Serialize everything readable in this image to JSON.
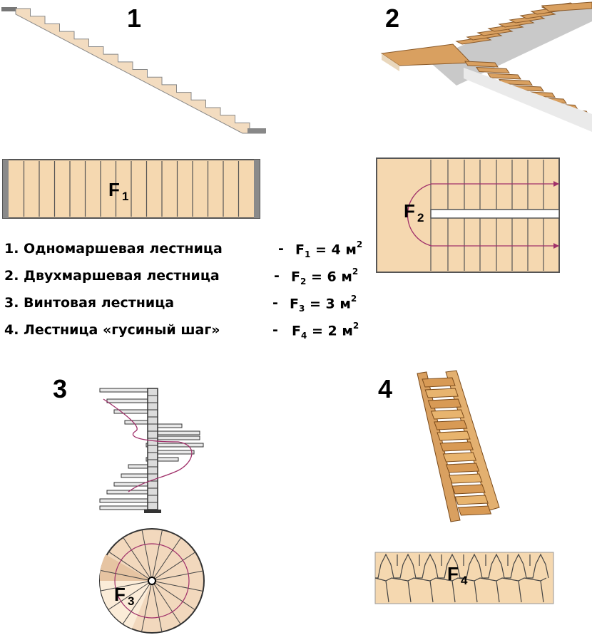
{
  "figures": {
    "fig1": {
      "number": "1",
      "area_label": "F",
      "area_sub": "1"
    },
    "fig2": {
      "number": "2",
      "area_label": "F",
      "area_sub": "2"
    },
    "fig3": {
      "number": "3",
      "area_label": "F",
      "area_sub": "3"
    },
    "fig4": {
      "number": "4",
      "area_label": "F",
      "area_sub": "4"
    }
  },
  "legend": [
    {
      "name": "1. Одномаршевая лестница",
      "dash": "-",
      "f": "F",
      "sub": "1",
      "eq": " = 4 м",
      "sup": "2"
    },
    {
      "name": "2. Двухмаршевая лестница",
      "dash": "-",
      "f": "F",
      "sub": "2",
      "eq": " = 6 м",
      "sup": "2"
    },
    {
      "name": "3. Винтовая лестница",
      "dash": "-",
      "f": "F",
      "sub": "3",
      "eq": " = 3 м",
      "sup": "2"
    },
    {
      "name": "4. Лестница «гусиный шаг»",
      "dash": "-",
      "f": "F",
      "sub": "4",
      "eq": " = 2 м",
      "sup": "2"
    }
  ],
  "colors": {
    "wood": "#f5d8b0",
    "wood_dark": "#d9a86c",
    "outline": "#333333",
    "path": "#a0306a",
    "concrete": "#888888"
  }
}
